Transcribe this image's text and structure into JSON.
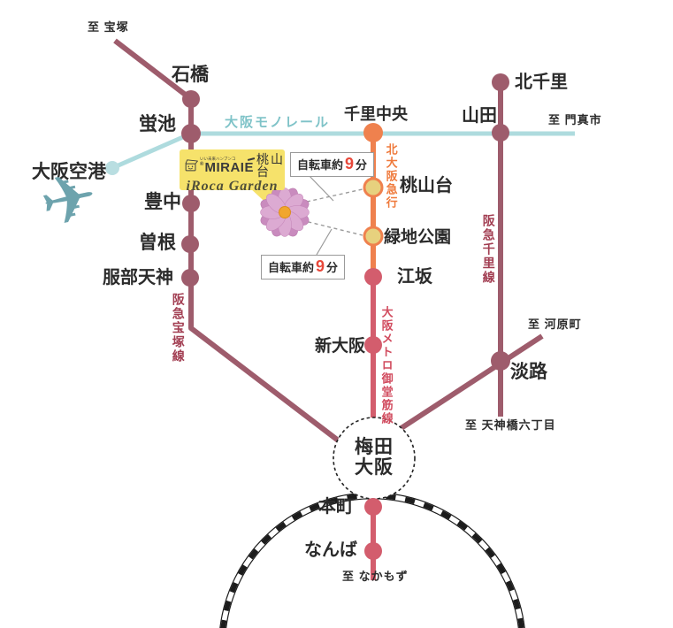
{
  "map": {
    "destinations": {
      "takarazuka": "至 宝塚",
      "kadoma": "至 門真市",
      "kawaramachi": "至 河原町",
      "tenjinbashi": "至 天神橋六丁目",
      "nakamozu": "至 なかもず"
    },
    "stations": {
      "ishibashi": "石橋",
      "hotarugaike": "蛍池",
      "osaka_airport": "大阪空港",
      "toyonaka": "豊中",
      "sone": "曽根",
      "hattori_tenjin": "服部天神",
      "senri_chuo": "千里中央",
      "momoyamadai": "桃山台",
      "ryokuchi_koen": "緑地公園",
      "esaka": "江坂",
      "shin_osaka": "新大阪",
      "kita_senri": "北千里",
      "yamada": "山田",
      "awaji": "淡路",
      "honmachi": "本町",
      "namba": "なんば"
    },
    "lines": {
      "monorail": "大阪モノレール",
      "hankyu_takarazuka": "阪急宝塚線",
      "kita_osaka_kyuko": "北大阪急行",
      "osaka_metro_midosuji": "大阪メトロ御堂筋線",
      "hankyu_senri": "阪急千里線"
    },
    "hub": {
      "line1": "梅田",
      "line2": "大阪"
    }
  },
  "property": {
    "tagline": "いい未来ハンブンコ",
    "reg_mark": "®",
    "brand": "MIRAIE",
    "name": "桃山台",
    "sub_brand": "iRoca Garden"
  },
  "bicycle": {
    "prefix": "自転車約",
    "minutes": "9",
    "suffix": "分"
  },
  "icons": {
    "airplane": "✈",
    "flower": "cosmos-flower"
  },
  "colors": {
    "hankyu_line": "#9e5c6c",
    "hankyu_text": "#a23e52",
    "monorail_line": "#aedbde",
    "monorail_text": "#7fc3c8",
    "kita_osaka_orange": "#ef814e",
    "midosuji_red": "#d35d6d",
    "station_yellow": "#e7d17e",
    "bubble_yellow": "#f6e26b",
    "minutes_red": "#e8483a",
    "airplane_teal": "#6da3ad"
  }
}
